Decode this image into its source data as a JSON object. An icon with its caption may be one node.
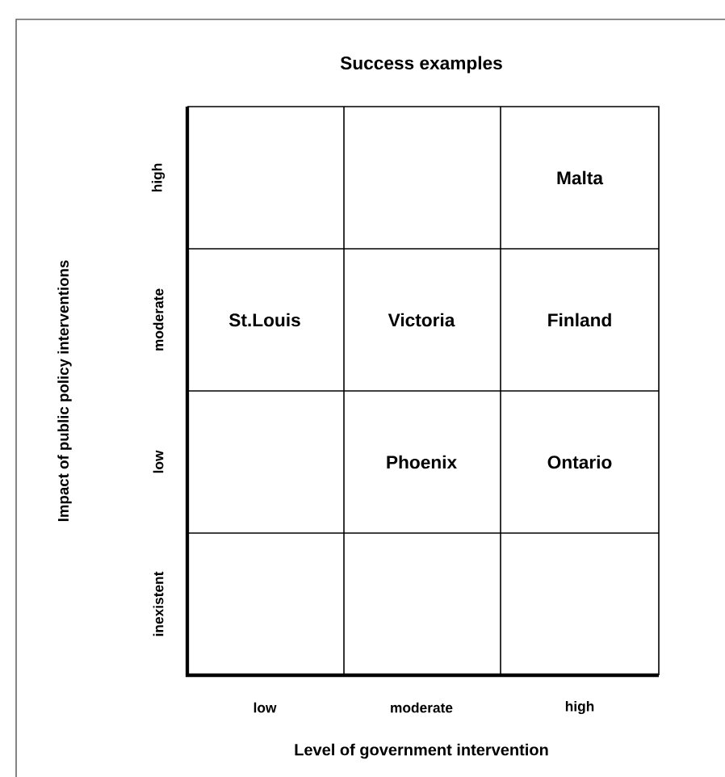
{
  "diagram": {
    "title": "Success examples",
    "labels": [
      "high",
      "Malta",
      "moderate",
      "St.Louis",
      "Victoria",
      "Finland",
      "low",
      "Phoenix",
      "Ontario",
      "inexistent",
      "low",
      "moderate",
      "high",
      "Level of government intervention",
      "Impact of public policy interventions"
    ]
  }
}
